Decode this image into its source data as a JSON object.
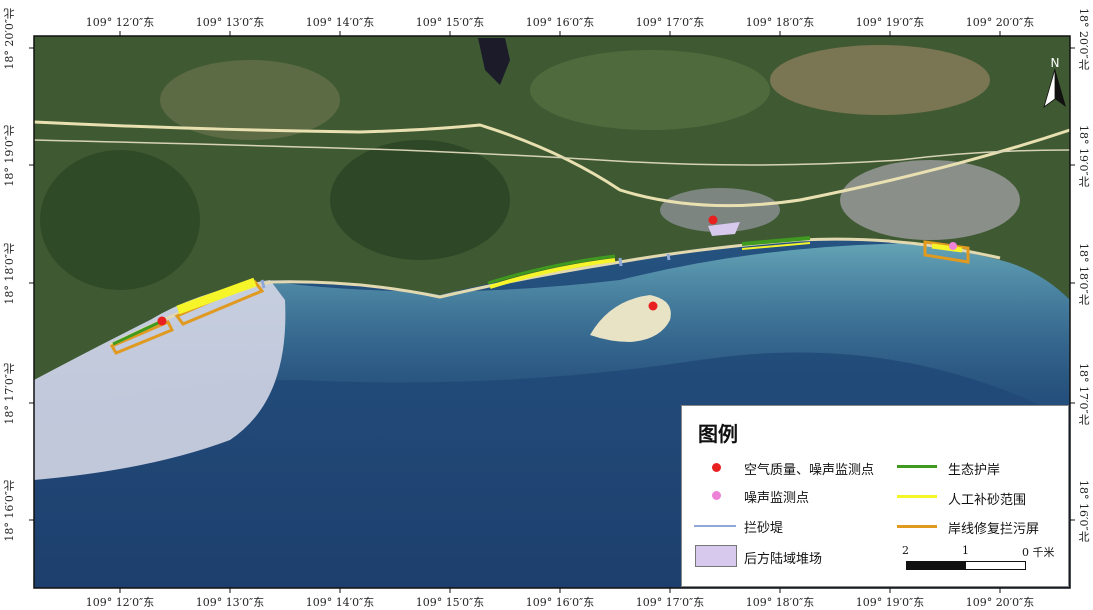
{
  "coords": {
    "top": [
      "109° 12′0″东",
      "109° 13′0″东",
      "109° 14′0″东",
      "109° 15′0″东",
      "109° 16′0″东",
      "109° 17′0″东",
      "109° 18′0″东",
      "109° 19′0″东",
      "109° 20′0″东"
    ],
    "bottom": [
      "109° 12′0″东",
      "109° 13′0″东",
      "109° 14′0″东",
      "109° 15′0″东",
      "109° 16′0″东",
      "109° 17′0″东",
      "109° 18′0″东",
      "109° 19′0″东",
      "109° 20′0″东"
    ],
    "left": [
      "18° 20′0″北",
      "18° 19′0″北",
      "18° 18′0″北",
      "18° 17′0″北",
      "18° 16′0″北"
    ],
    "right": [
      "18° 20′0″北",
      "18° 19′0″北",
      "18° 18′0″北",
      "18° 17′0″北",
      "18° 16′0″北"
    ]
  },
  "legend": {
    "title": "图例",
    "items": [
      {
        "label": "空气质量、噪声监测点",
        "color": "#e8201f"
      },
      {
        "label": "噪声监测点",
        "color": "#ee82d6"
      },
      {
        "label": "拦砂堤",
        "color": "#8fa8d8"
      },
      {
        "label": "后方陆域堆场",
        "color": "#d7c8ee"
      },
      {
        "label": "生态护岸",
        "color": "#3f9a1f"
      },
      {
        "label": "人工补砂范围",
        "color": "#f5f52a"
      },
      {
        "label": "岸线修复拦污屏",
        "color": "#e09a20"
      }
    ]
  },
  "scale": {
    "labels": [
      "2",
      "1",
      "0 千米"
    ]
  },
  "north_label": "N"
}
